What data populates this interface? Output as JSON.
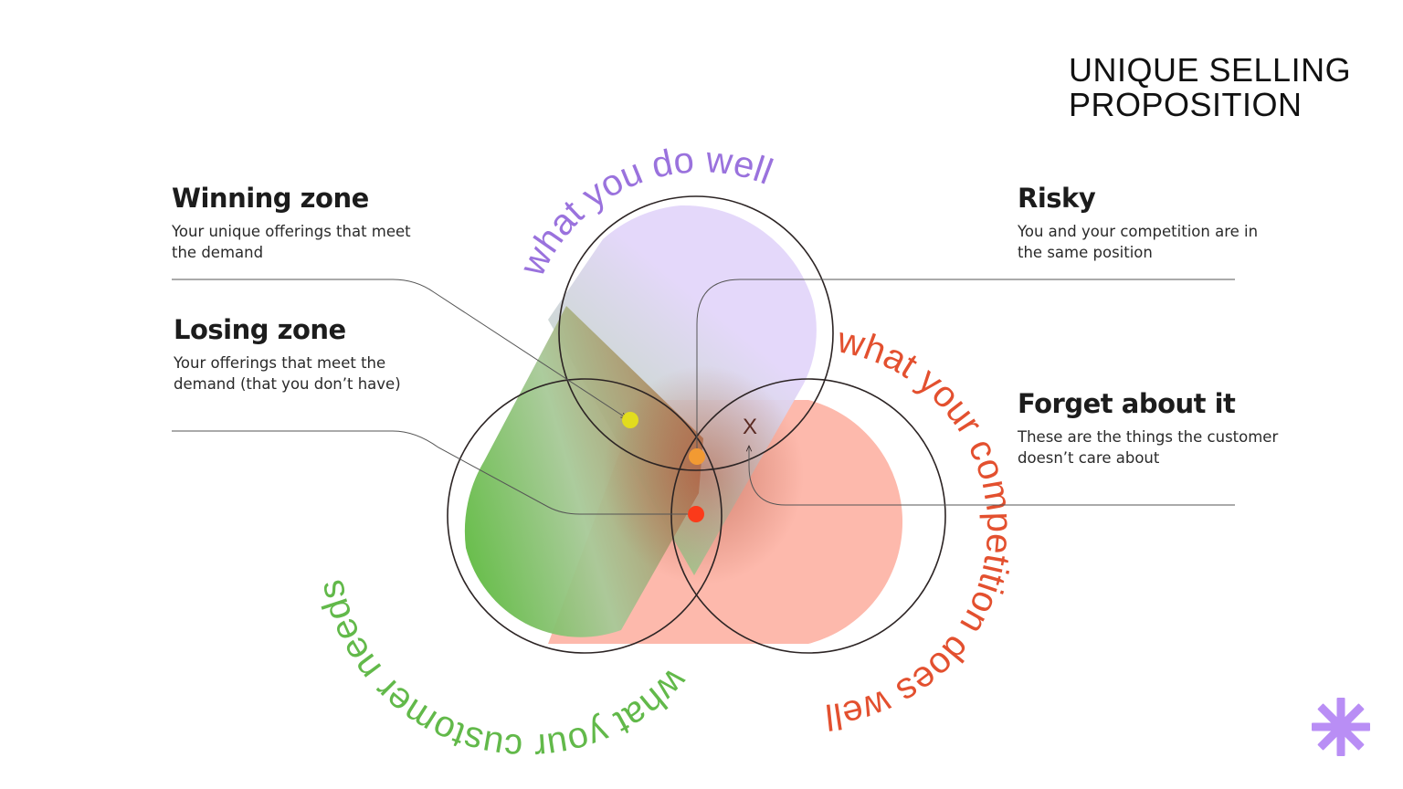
{
  "title": {
    "line1": "UNIQUE SELLING",
    "line2": "PROPOSITION"
  },
  "zones": {
    "winning": {
      "heading": "Winning zone",
      "description": "Your unique offerings that meet the demand",
      "marker_color": "#e2dc1e"
    },
    "losing": {
      "heading": "Losing zone",
      "description": "Your offerings that meet the demand (that you don’t have)",
      "marker_color": "#fb3a1a"
    },
    "risky": {
      "heading": "Risky",
      "description": "You and your competition are in the same position",
      "marker_color": "#f29a32"
    },
    "forget": {
      "heading": "Forget about it",
      "description": "These are the things the customer doesn’t care about",
      "marker_label": "X"
    }
  },
  "circles": {
    "you": {
      "label": "what you do well",
      "color": "#9a72dd",
      "fill": "#e3d6fa"
    },
    "customer": {
      "label": "what your customer needs",
      "color": "#62b94a",
      "fill": "#6cbf4c"
    },
    "competition": {
      "label": "what your competition does well",
      "color": "#e3502f",
      "fill": "#fdb9ac"
    }
  },
  "brand": {
    "asterisk_color": "#b98ef5",
    "icon": "asterisk-icon"
  }
}
